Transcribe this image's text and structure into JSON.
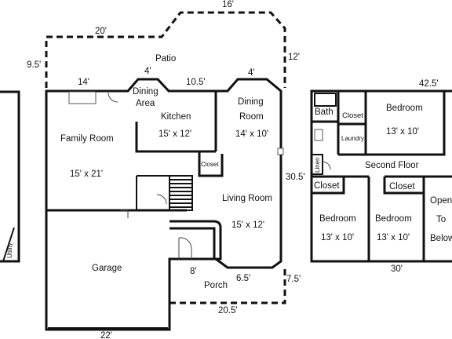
{
  "dimensions": {
    "patio_top": "16'",
    "patio_left_top": "20'",
    "patio_side_left": "9.5'",
    "patio_side_right": "12'",
    "family_top": "14'",
    "dining_area_top": "4'",
    "kitchen_top": "10.5'",
    "dining_room_top": "4'",
    "right_side": "30.5'",
    "porch_left": "8'",
    "porch_right": "6.5'",
    "porch_side": "7.5'",
    "front_width": "20.5'",
    "garage_width": "22'",
    "second_floor_top": "42.5'",
    "second_floor_bottom": "30'"
  },
  "rooms": {
    "patio": "Patio",
    "dining_area_line1": "Dining",
    "dining_area_line2": "Area",
    "kitchen": "Kitchen",
    "kitchen_size": "15' x 12'",
    "dining_room_line1": "Dining",
    "dining_room_line2": "Room",
    "dining_room_size": "14' x 10'",
    "family_room": "Family Room",
    "family_room_size": "15' x 21'",
    "closet_main": "Closet",
    "living_room": "Living Room",
    "living_room_size": "15' x 12'",
    "garage": "Garage",
    "porch": "Porch",
    "utility": "Utility",
    "bath": "Bath",
    "closet_hall": "Closet",
    "laundry": "Laundry",
    "bedroom_top": "Bedroom",
    "bedroom_top_size": "13' x 10'",
    "linen": "Linen",
    "second_floor": "Second Floor",
    "closet_left": "Closet",
    "closet_right": "Closet",
    "bedroom_left": "Bedroom",
    "bedroom_left_size": "13' x 10'",
    "bedroom_mid": "Bedroom",
    "bedroom_mid_size": "13' x 10'",
    "open_line1": "Open",
    "open_line2": "To",
    "open_line3": "Below"
  }
}
